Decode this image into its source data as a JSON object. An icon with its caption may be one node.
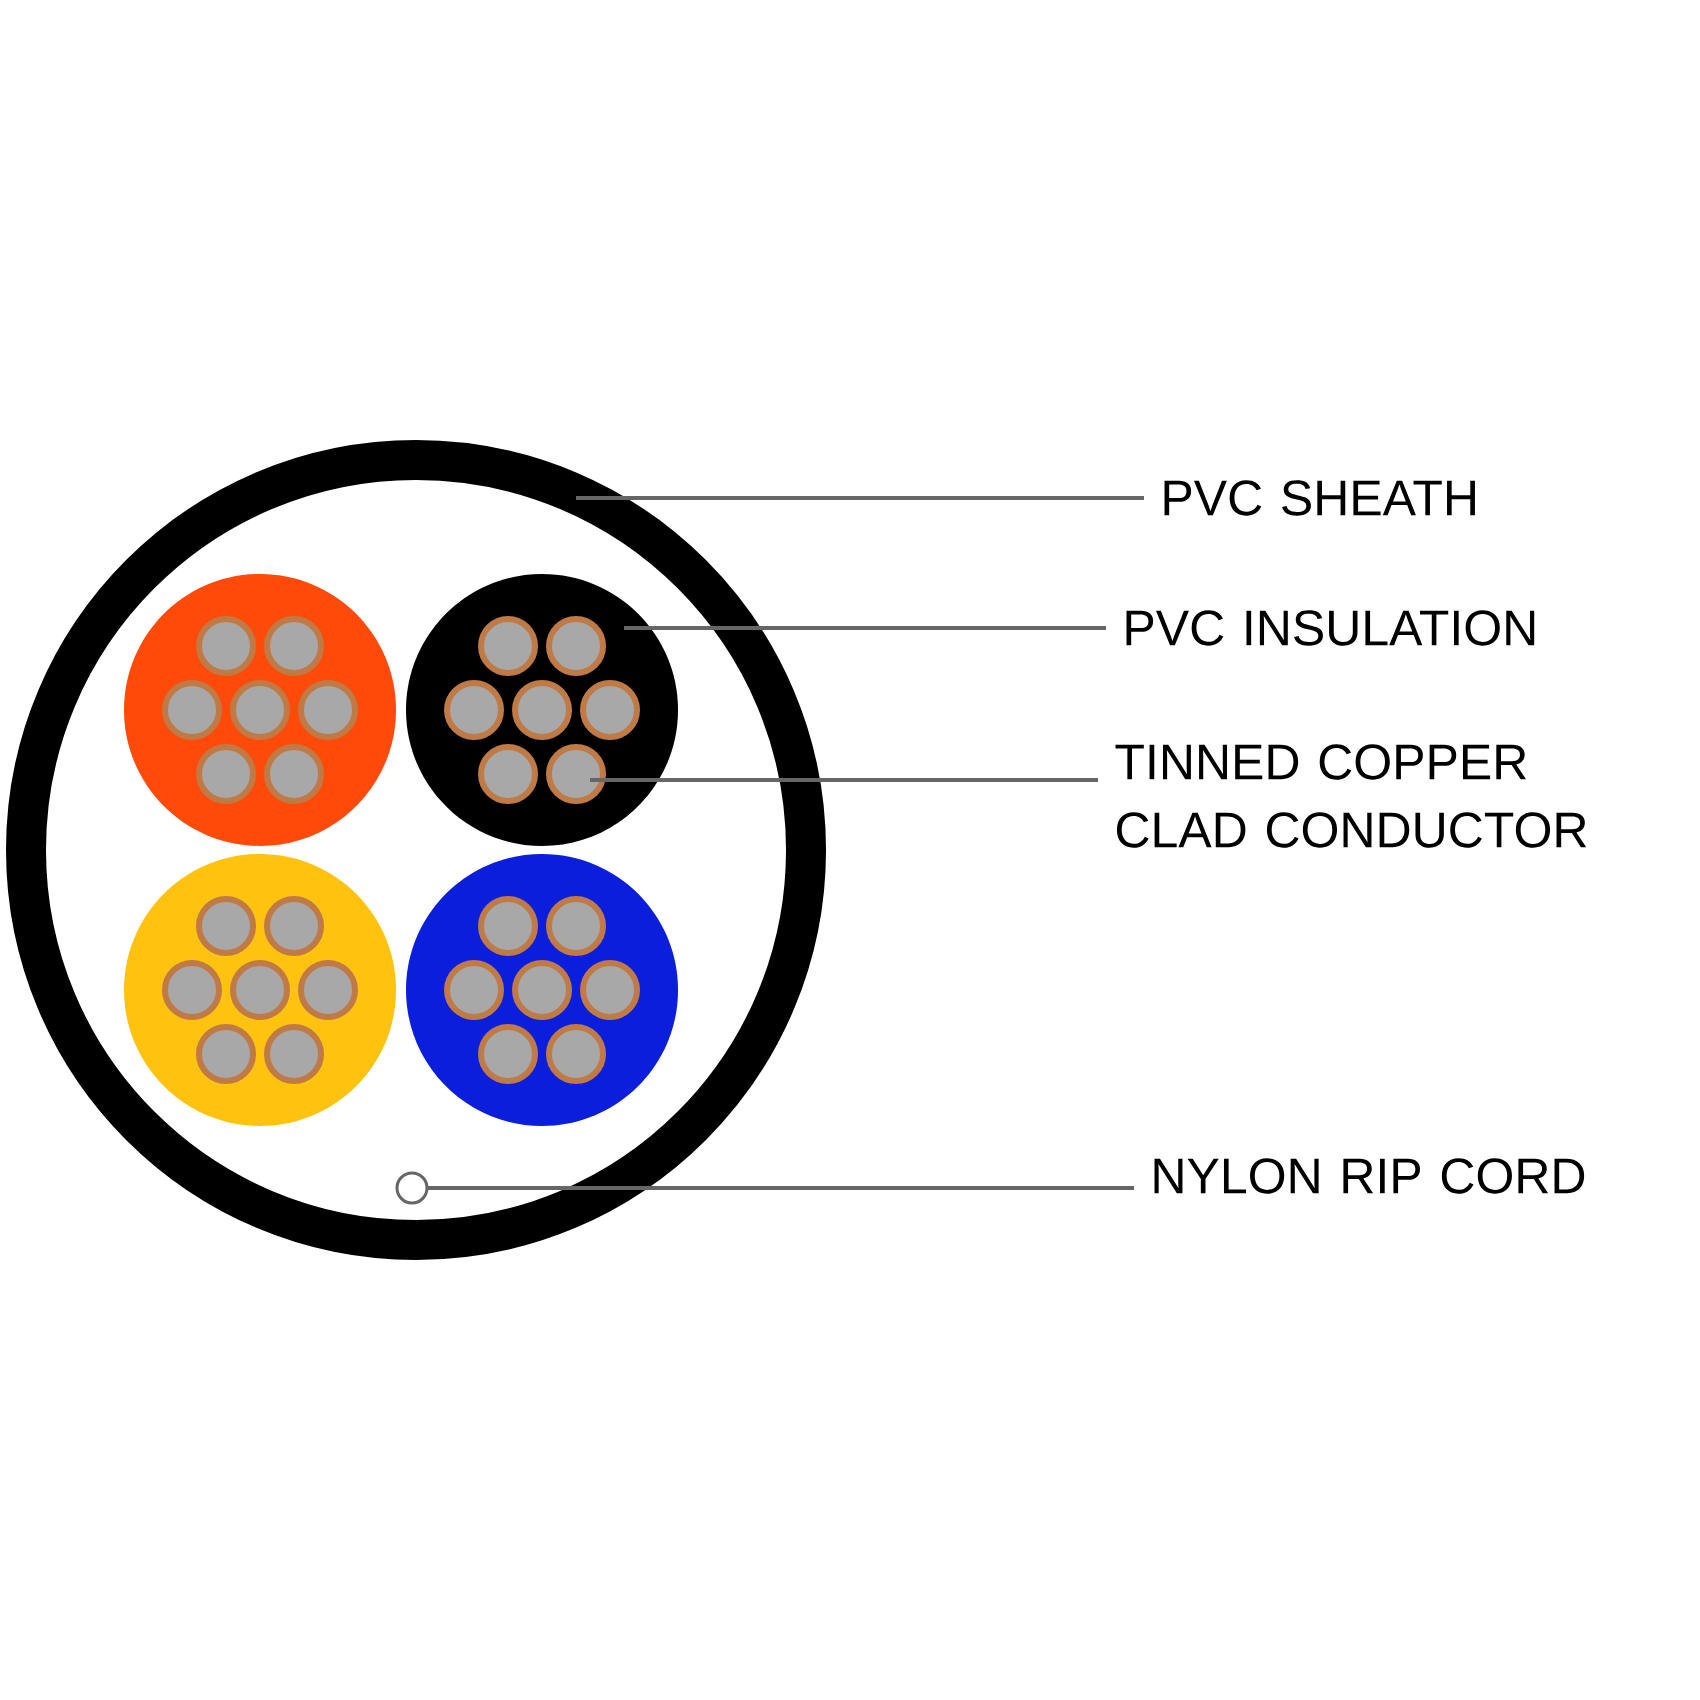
{
  "diagram": {
    "nodes": [
      {
        "text": [],
        "shape": "circle"
      },
      {
        "text": [],
        "shape": "circle",
        "in": 0
      },
      {
        "text": [],
        "shape": "circle",
        "in": 1
      },
      {
        "text": [],
        "shape": "circle",
        "in": 0
      },
      {
        "text": [
          "PVC SHEATH"
        ]
      },
      {
        "text": [
          "PVC INSULATION"
        ]
      },
      {
        "text": [
          "TINNED COPPER CLAD CONDUCTOR"
        ]
      },
      {
        "text": [
          "NYLON RIP CORD"
        ]
      }
    ],
    "edges": [
      {
        "from": 4,
        "to": 0,
        "arrow": "none"
      },
      {
        "from": 5,
        "to": 1,
        "arrow": "none"
      },
      {
        "from": 6,
        "to": 2,
        "arrow": "none"
      },
      {
        "from": 7,
        "to": 3,
        "arrow": "none"
      }
    ]
  }
}
